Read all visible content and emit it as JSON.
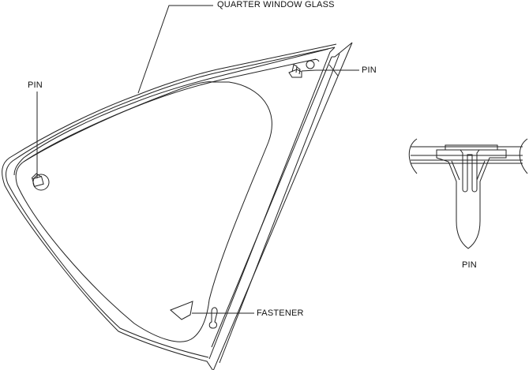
{
  "labels": {
    "quarter_window_glass": "QUARTER WINDOW GLASS",
    "pin_left": "PIN",
    "pin_right": "PIN",
    "fastener": "FASTENER",
    "pin_detail": "PIN"
  },
  "colors": {
    "line": "#222222",
    "background": "#ffffff"
  }
}
